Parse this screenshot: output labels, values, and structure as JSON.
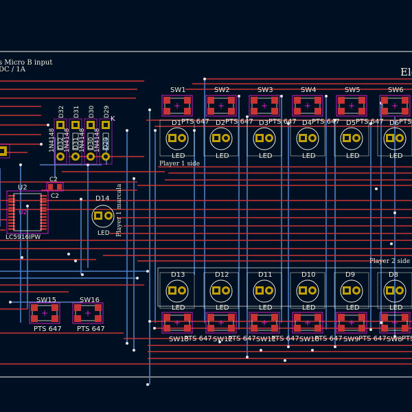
{
  "board": {
    "title_partial": "Ele",
    "power_note_1": "s Micro B input",
    "power_note_2": "DC / 1A",
    "player1_label": "Player 1 side",
    "player2_label": "Player 2 side",
    "player1_marker_label": "Player 1 marcala"
  },
  "top_switches": [
    "SW1",
    "SW2",
    "SW3",
    "SW4",
    "SW5",
    "SW6"
  ],
  "top_leds": [
    "D1",
    "D2",
    "D3",
    "D4",
    "D5",
    "D6"
  ],
  "bottom_leds": [
    "D13",
    "D12",
    "D11",
    "D10",
    "D9",
    "D8"
  ],
  "bottom_switches": [
    "SW13",
    "SW12",
    "SW11",
    "SW10",
    "SW9",
    "SW8"
  ],
  "misc_switches": [
    "SW15",
    "SW16"
  ],
  "pts_label": "PTS 647",
  "led_label": "LED",
  "diodes": [
    "D32",
    "D31",
    "D30",
    "D29"
  ],
  "diode_part": "1N4148",
  "u2_label": "U2",
  "u2_part": "LC5916IPW",
  "c2_label": "C2",
  "d14_label": "D14",
  "k_label": "K",
  "colors": {
    "background": "#001023",
    "top_copper": "#c83434",
    "bottom_copper": "#4d7fc4",
    "pad": "#c2a000",
    "silkscreen": "#f2eedc",
    "edge": "#d0d2cd",
    "courtyard": "#ff26e2"
  }
}
